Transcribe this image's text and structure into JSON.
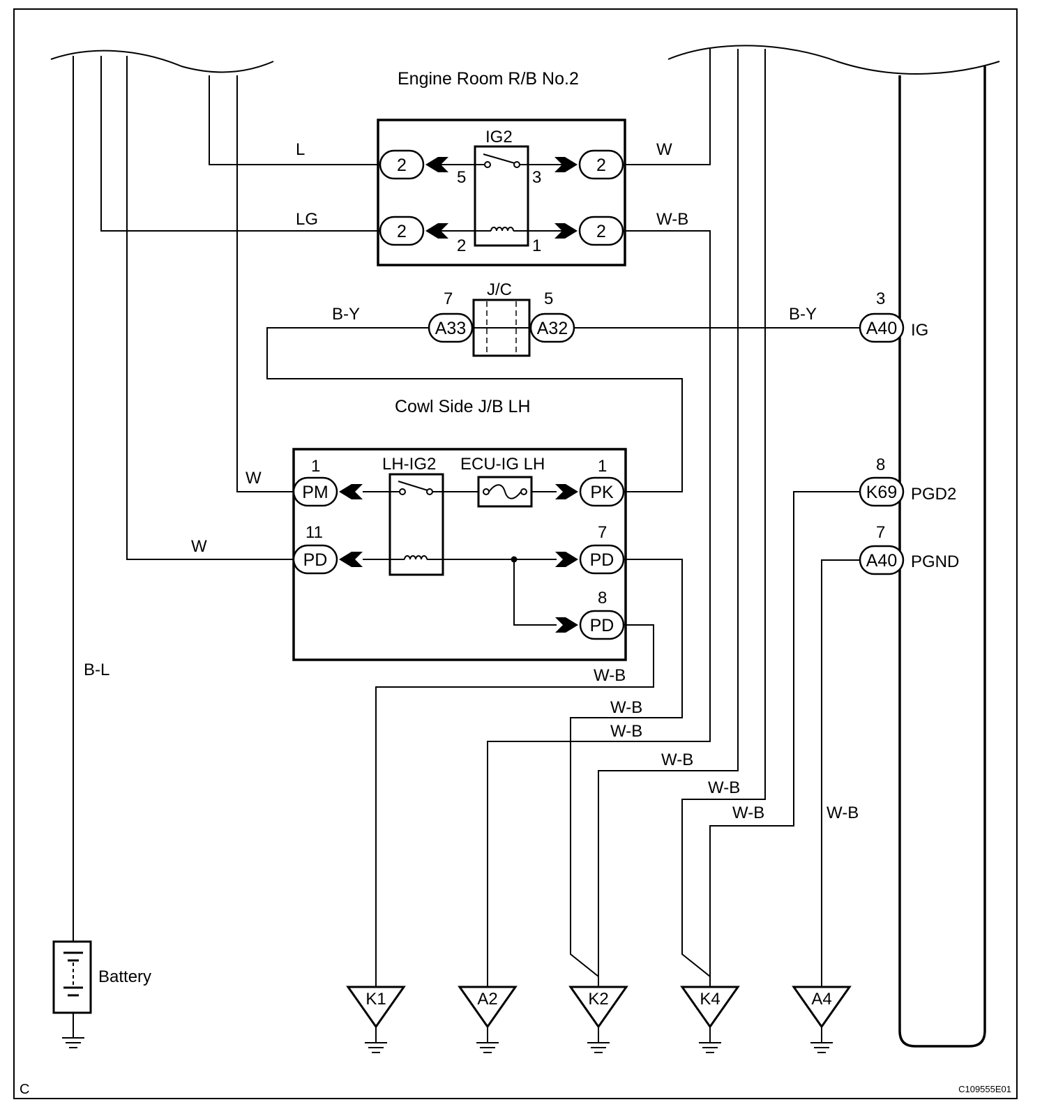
{
  "labels": {
    "engine_room_rb": "Engine Room R/B No.2",
    "cowl_side_jb": "Cowl Side J/B LH",
    "ig2_relay": "IG2",
    "lh_ig2_relay": "LH-IG2",
    "ecu_ig_fuse": "ECU-IG LH",
    "jc": "J/C",
    "battery": "Battery",
    "corner_letter": "C",
    "figure_id": "C109555E01"
  },
  "wire_colors": {
    "l": "L",
    "lg": "LG",
    "w": "W",
    "wb": "W-B",
    "by": "B-Y",
    "bl": "B-L"
  },
  "connectors": {
    "er_2": "2",
    "a33": "A33",
    "a32": "A32",
    "a40": "A40",
    "k69": "K69",
    "pm": "PM",
    "pd": "PD",
    "pk": "PK"
  },
  "pins": {
    "ig2_5": "5",
    "ig2_3": "3",
    "ig2_2": "2",
    "ig2_1": "1",
    "a33_7": "7",
    "a32_5": "5",
    "a40_3": "3",
    "pm_1": "1",
    "pk_1": "1",
    "pd_11": "11",
    "pd_7": "7",
    "pd_8": "8",
    "k69_8": "8",
    "a40_7": "7"
  },
  "ecu_terminals": {
    "ig": "IG",
    "pgd2": "PGD2",
    "pgnd": "PGND"
  },
  "grounds": [
    "K1",
    "A2",
    "K2",
    "K4",
    "A4"
  ]
}
